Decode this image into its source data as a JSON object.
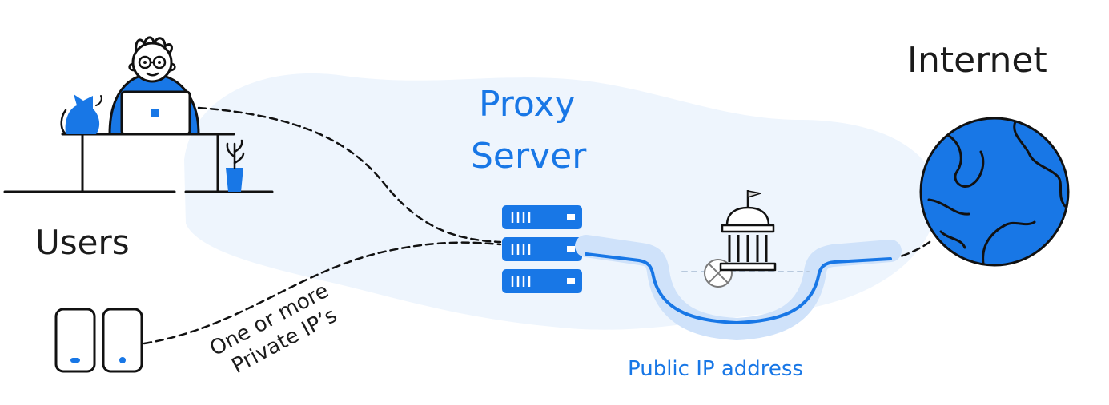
{
  "labels": {
    "users": "Users",
    "proxy_line1": "Proxy",
    "proxy_line2": "Server",
    "internet": "Internet",
    "private_line1": "One or more",
    "private_line2": "Private IP’s",
    "public_ip": "Public IP address"
  },
  "colors": {
    "accent": "#1877e6",
    "accent_light": "#cfe2fa",
    "background_blob": "#eef5fd",
    "ink": "#111111",
    "text_dark": "#1b1b1b"
  }
}
